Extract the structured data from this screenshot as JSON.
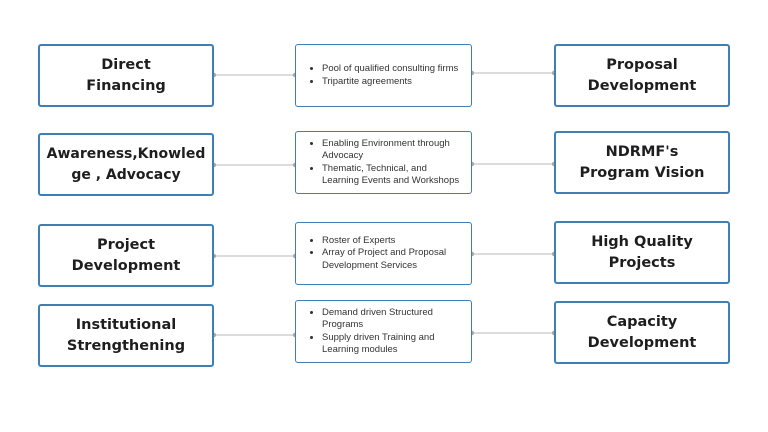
{
  "accent_color": "#3f7fb3",
  "connector_color": "#c8c8c8",
  "rows": [
    {
      "left": "Direct Financing",
      "middle": [
        "Pool of qualified consulting firms",
        "Tripartite agreements"
      ],
      "right": "Proposal Development"
    },
    {
      "left": "Awareness,Knowledge , Advocacy",
      "middle": [
        "Enabling Environment through Advocacy",
        "Thematic, Technical, and Learning Events and Workshops"
      ],
      "right": "NDRMF's Program Vision"
    },
    {
      "left": "Project Development",
      "middle": [
        "Roster of Experts",
        "Array of Project and Proposal Development Services"
      ],
      "right": "High Quality Projects"
    },
    {
      "left": "Institutional Strengthening",
      "middle": [
        "Demand driven Structured Programs",
        "Supply driven Training and Learning modules"
      ],
      "right": "Capacity Development"
    }
  ]
}
